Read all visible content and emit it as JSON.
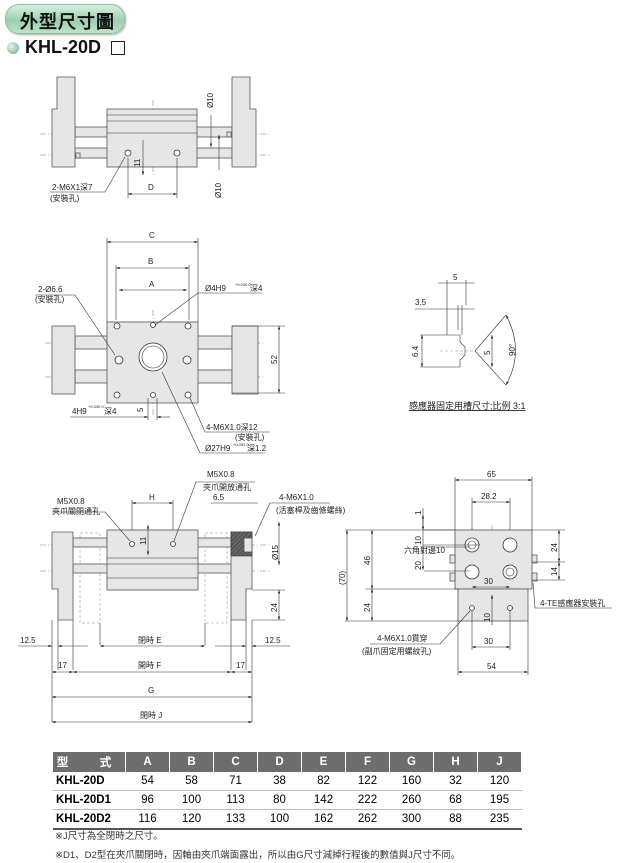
{
  "header": {
    "title": "外型尺寸圖",
    "model": "KHL-20D"
  },
  "view1": {
    "hole_label": "2-M6X1深7",
    "hole_note": "(安裝孔)",
    "dim_d": "D",
    "dim_11": "11",
    "dim_phi10a": "Ø10",
    "dim_phi10b": "Ø10"
  },
  "view2": {
    "dim_c": "C",
    "dim_b": "B",
    "dim_a": "A",
    "dim_52": "52",
    "dim_5": "5",
    "hole1": "2-Ø6.6",
    "hole1_note": "(安裝孔)",
    "pin": "Ø4H9",
    "pin_tol": "+0.030 0",
    "pin_depth": "深4",
    "slot": "4H9",
    "slot_tol": "+0.030 0",
    "slot_depth": "深4",
    "tap": "4-M6X1.0深12",
    "tap_note": "(安裝孔)",
    "bore": "Ø27H9",
    "bore_tol": "+0.052 0",
    "bore_depth": "深1.2"
  },
  "detail": {
    "dim_5": "5",
    "dim_35": "3.5",
    "dim_64": "6.4",
    "dim_5b": "5",
    "angle": "90°",
    "caption": "感應器固定用槽尺寸;比例  3:1"
  },
  "view3": {
    "port_close": "M5X0.8",
    "port_close_note": "夾爪關閉通孔",
    "port_open": "M5X0.8",
    "port_open_note": "夾爪開放通孔",
    "screw": "4-M6X1.0",
    "screw_note": "(活塞桿及齒條螺絲)",
    "dim_h": "H",
    "dim_11": "11",
    "dim_65": "6.5",
    "dim_15": "Ø15",
    "dim_24": "24",
    "dim_125a": "12.5",
    "dim_125b": "12.5",
    "dim_e": "閉時 E",
    "dim_17a": "17",
    "dim_17b": "17",
    "dim_f": "開時 F",
    "dim_g": "G",
    "dim_j": "閉時 J"
  },
  "view4": {
    "dim_65": "65",
    "dim_282": "28.2",
    "dim_1": "1",
    "dim_10": "10",
    "dim_20": "20",
    "hex": "六角對邊10",
    "dim_46": "46",
    "dim_70": "(70)",
    "dim_24a": "24",
    "dim_24b": "24",
    "dim_14": "14",
    "dim_30a": "30",
    "dim_10b": "10",
    "dim_30b": "30",
    "dim_54": "54",
    "sensor": "4-TE感應器安裝孔",
    "tap": "4-M6X1.0貫穿",
    "tap_note": "(副爪固定用螺紋孔)"
  },
  "table": {
    "headers": [
      "型　式",
      "A",
      "B",
      "C",
      "D",
      "E",
      "F",
      "G",
      "H",
      "J"
    ],
    "rows": [
      [
        "KHL-20D",
        "54",
        "58",
        "71",
        "38",
        "82",
        "122",
        "160",
        "32",
        "120"
      ],
      [
        "KHL-20D1",
        "96",
        "100",
        "113",
        "80",
        "142",
        "222",
        "260",
        "68",
        "195"
      ],
      [
        "KHL-20D2",
        "116",
        "120",
        "133",
        "100",
        "162",
        "262",
        "300",
        "88",
        "235"
      ]
    ]
  },
  "notes": [
    "※J尺寸為全閉時之尺寸。",
    "※D1、D2型在夾爪關閉時，因軸由夾爪端面露出，所以由G尺寸減掉行程後的數值與J尺寸不同。"
  ]
}
